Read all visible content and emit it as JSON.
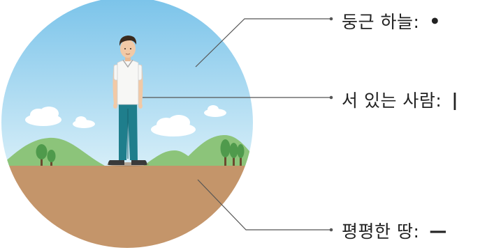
{
  "labels": {
    "sky": {
      "text": "둥근 하늘:",
      "symbol": "•"
    },
    "person": {
      "text": "서 있는 사람:",
      "symbol": "|"
    },
    "ground": {
      "text": "평평한 땅:",
      "symbol": "—"
    }
  },
  "colors": {
    "sky_top": "#7cc4ea",
    "sky_bottom": "#cfe9f6",
    "ground": "#c4956a",
    "hill": "#8cc47a",
    "tree": "#4f9a4c",
    "cloud": "#ffffff",
    "leader_line": "#555555",
    "shirt": "#f7f7f5",
    "pants": "#1f7e8c",
    "hair": "#3a2a1e",
    "skin": "#f2c9a6"
  }
}
